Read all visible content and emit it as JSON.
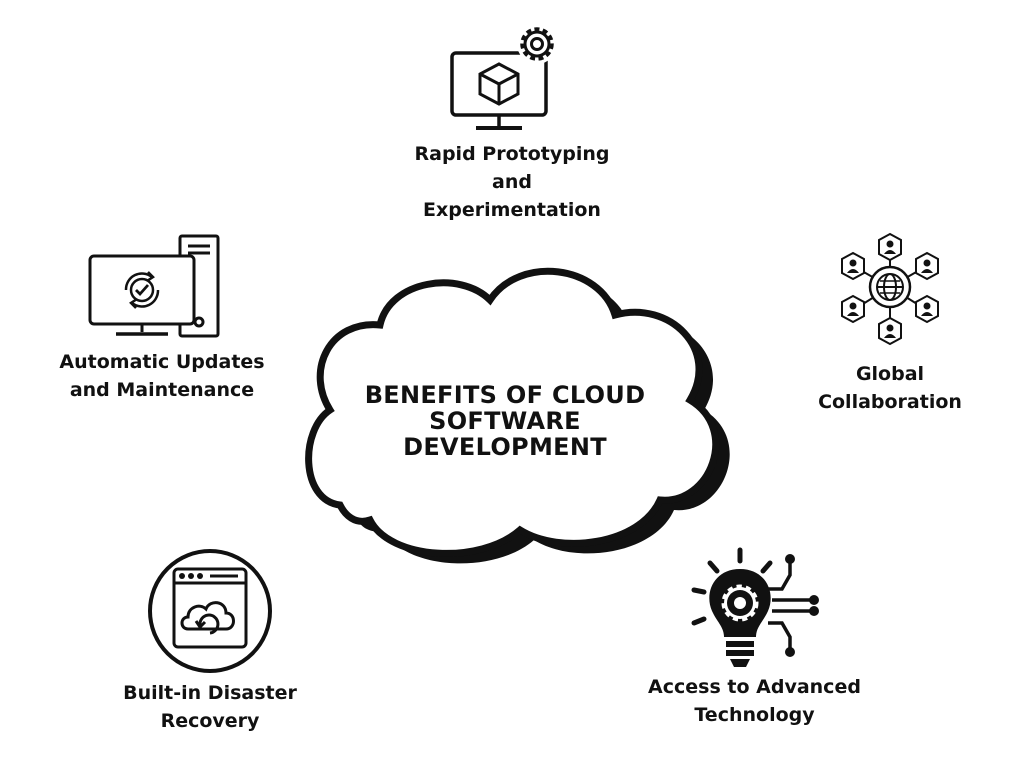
{
  "title": {
    "lines": [
      "BENEFITS OF CLOUD",
      "SOFTWARE",
      "DEVELOPMENT"
    ]
  },
  "benefits": [
    {
      "icon": "monitor-gear-cube-icon",
      "lines": [
        "Rapid Prototyping",
        "and",
        "Experimentation"
      ]
    },
    {
      "icon": "network-people-globe-icon",
      "lines": [
        "Global",
        "Collaboration"
      ]
    },
    {
      "icon": "lightbulb-gear-circuit-icon",
      "lines": [
        "Access to Advanced",
        "Technology"
      ]
    },
    {
      "icon": "browser-cloud-refresh-icon",
      "lines": [
        "Built-in Disaster",
        "Recovery"
      ]
    },
    {
      "icon": "desktop-sync-check-icon",
      "lines": [
        "Automatic Updates",
        "and Maintenance"
      ]
    }
  ],
  "colors": {
    "ink": "#111111",
    "background": "#ffffff"
  }
}
